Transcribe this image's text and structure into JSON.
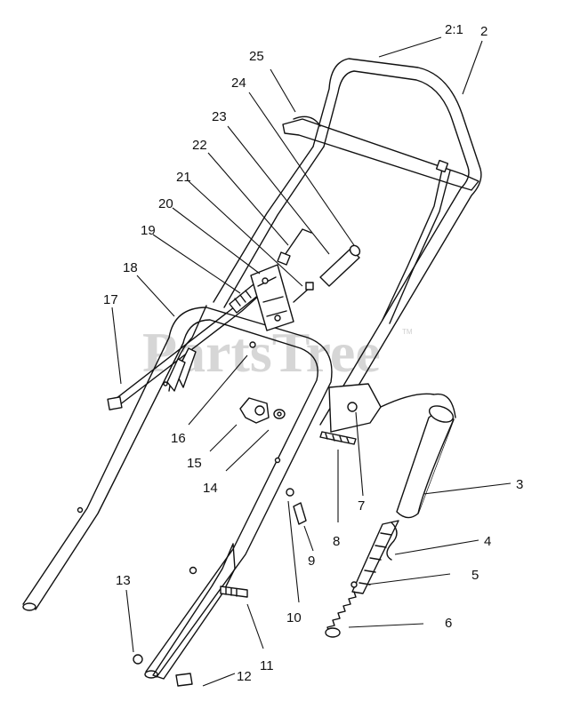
{
  "watermark": {
    "text": "PartsTree",
    "trademark": "TM"
  },
  "callouts": [
    {
      "id": "2:1",
      "label": "2:1"
    },
    {
      "id": "2",
      "label": "2"
    },
    {
      "id": "25",
      "label": "25"
    },
    {
      "id": "24",
      "label": "24"
    },
    {
      "id": "23",
      "label": "23"
    },
    {
      "id": "22",
      "label": "22"
    },
    {
      "id": "21",
      "label": "21"
    },
    {
      "id": "20",
      "label": "20"
    },
    {
      "id": "19",
      "label": "19"
    },
    {
      "id": "18",
      "label": "18"
    },
    {
      "id": "17",
      "label": "17"
    },
    {
      "id": "16",
      "label": "16"
    },
    {
      "id": "15",
      "label": "15"
    },
    {
      "id": "14",
      "label": "14"
    },
    {
      "id": "3",
      "label": "3"
    },
    {
      "id": "4",
      "label": "4"
    },
    {
      "id": "5",
      "label": "5"
    },
    {
      "id": "6",
      "label": "6"
    },
    {
      "id": "7",
      "label": "7"
    },
    {
      "id": "8",
      "label": "8"
    },
    {
      "id": "9",
      "label": "9"
    },
    {
      "id": "10",
      "label": "10"
    },
    {
      "id": "11",
      "label": "11"
    },
    {
      "id": "12",
      "label": "12"
    },
    {
      "id": "13",
      "label": "13"
    }
  ]
}
